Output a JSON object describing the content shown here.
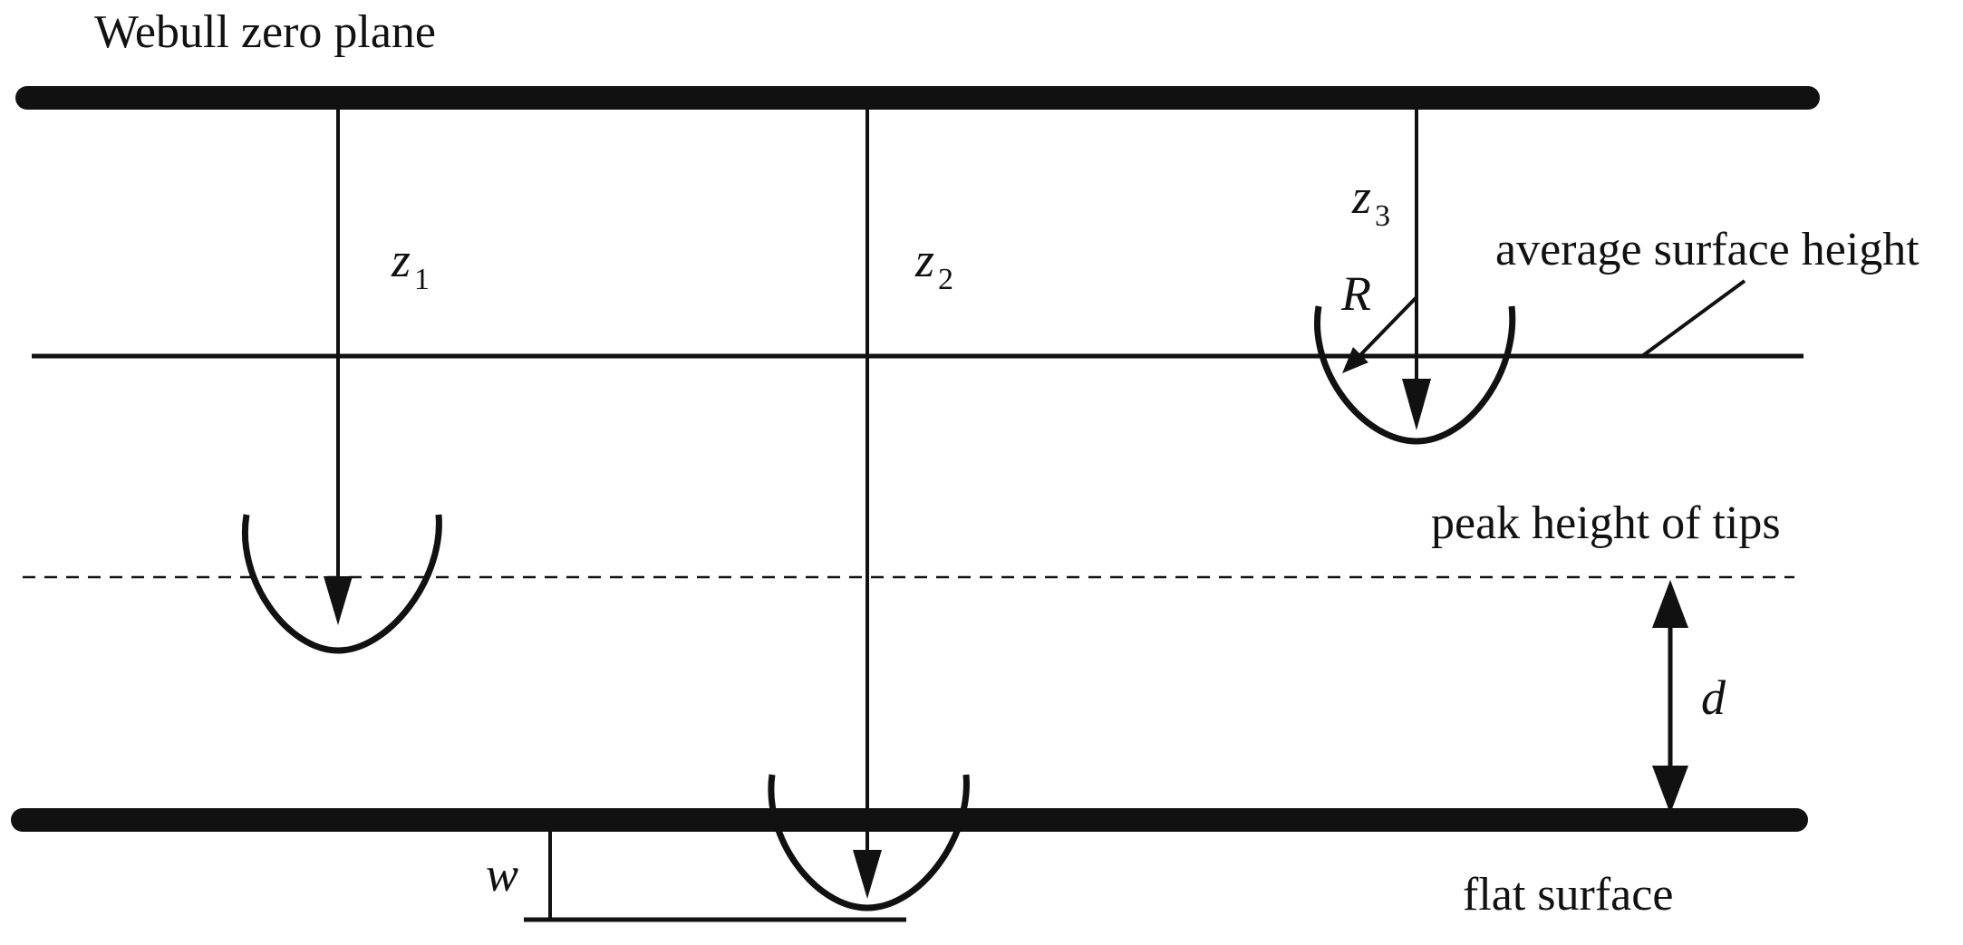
{
  "labels": {
    "weibull_zero_plane": "Webull zero plane",
    "average_surface_height": "average surface height",
    "peak_height_of_tips": "peak height of tips",
    "flat_surface": "flat surface"
  },
  "variables": {
    "z1": {
      "symbol": "z",
      "subscript": "1"
    },
    "z2": {
      "symbol": "z",
      "subscript": "2"
    },
    "z3": {
      "symbol": "z",
      "subscript": "3"
    },
    "radius": "R",
    "separation": "d",
    "width": "w"
  },
  "colors": {
    "stroke": "#111111",
    "background": "#ffffff"
  }
}
